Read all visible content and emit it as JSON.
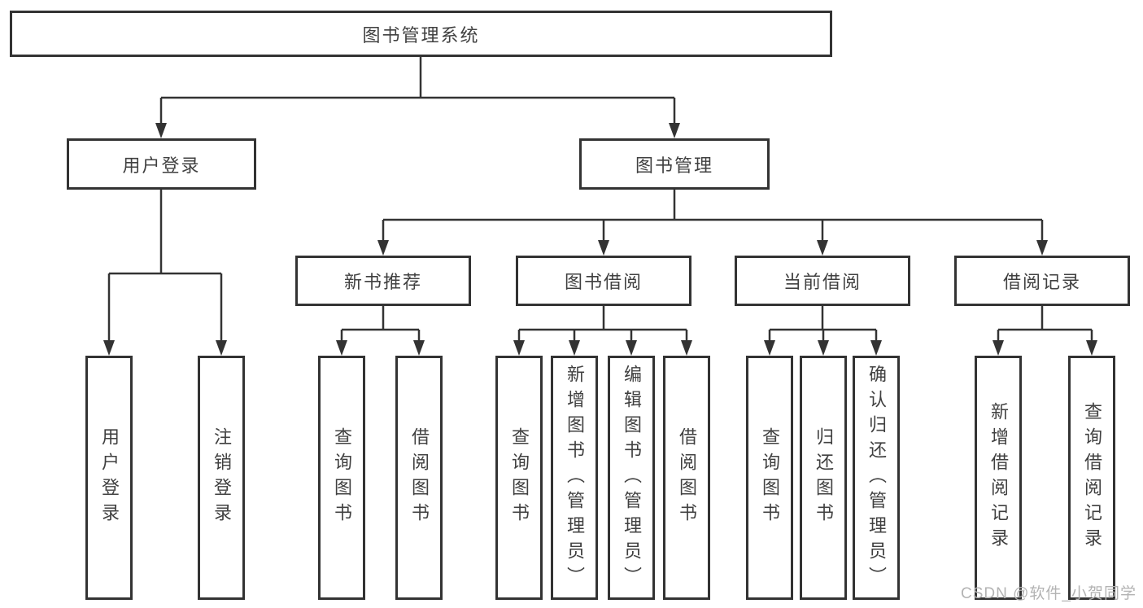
{
  "diagram": {
    "title": "图书管理系统",
    "branches": [
      {
        "label": "用户登录",
        "children": [
          {
            "label": "用户登录"
          },
          {
            "label": "注销登录"
          }
        ]
      },
      {
        "label": "图书管理",
        "children": [
          {
            "label": "新书推荐",
            "children": [
              {
                "label": "查询图书"
              },
              {
                "label": "借阅图书"
              }
            ]
          },
          {
            "label": "图书借阅",
            "children": [
              {
                "label": "查询图书"
              },
              {
                "label": "新增图书（管理员）"
              },
              {
                "label": "编辑图书（管理员）"
              },
              {
                "label": "借阅图书"
              }
            ]
          },
          {
            "label": "当前借阅",
            "children": [
              {
                "label": "查询图书"
              },
              {
                "label": "归还图书"
              },
              {
                "label": "确认归还（管理员）"
              }
            ]
          },
          {
            "label": "借阅记录",
            "children": [
              {
                "label": "新增借阅记录"
              },
              {
                "label": "查询借阅记录"
              }
            ]
          }
        ]
      }
    ]
  },
  "watermark": {
    "text": "CSDN @软件_小贺同学"
  },
  "colors": {
    "line": "#333333",
    "box_border": "#333333",
    "text": "#404040",
    "watermark": "#b3b3b3",
    "background": "#ffffff"
  }
}
